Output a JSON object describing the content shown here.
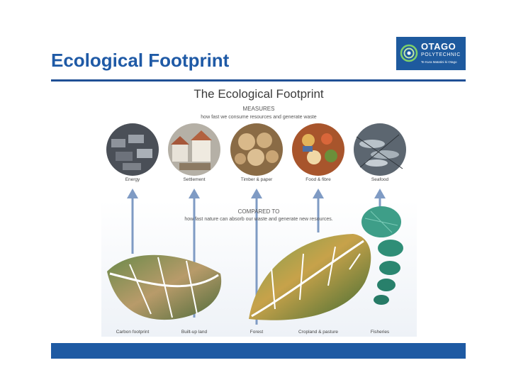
{
  "slide": {
    "title": "Ecological Footprint"
  },
  "logo": {
    "name": "OTAGO",
    "sub": "POLYTECHNIC",
    "tagline": "Te Kura Matatini ki Otago"
  },
  "figure": {
    "title": "The Ecological Footprint",
    "measures_heading": "MEASURES",
    "measures_text": "how fast we consume resources and generate waste",
    "compared_heading": "COMPARED TO",
    "compared_text": "how fast nature can absorb our waste and generate new resources.",
    "consumption": [
      "Energy",
      "Settlement",
      "Timber & paper",
      "Food & fibre",
      "Seafood"
    ],
    "land_types": [
      "Carbon footprint",
      "Built-up land",
      "Forest",
      "Cropland & pasture",
      "Fisheries"
    ]
  },
  "colors": {
    "title": "#1f5aa6",
    "rule": "#1f4f95",
    "footer": "#1e5aa3",
    "arrow": "#7f9bc4",
    "logo_bg": "#1e5a9e"
  }
}
